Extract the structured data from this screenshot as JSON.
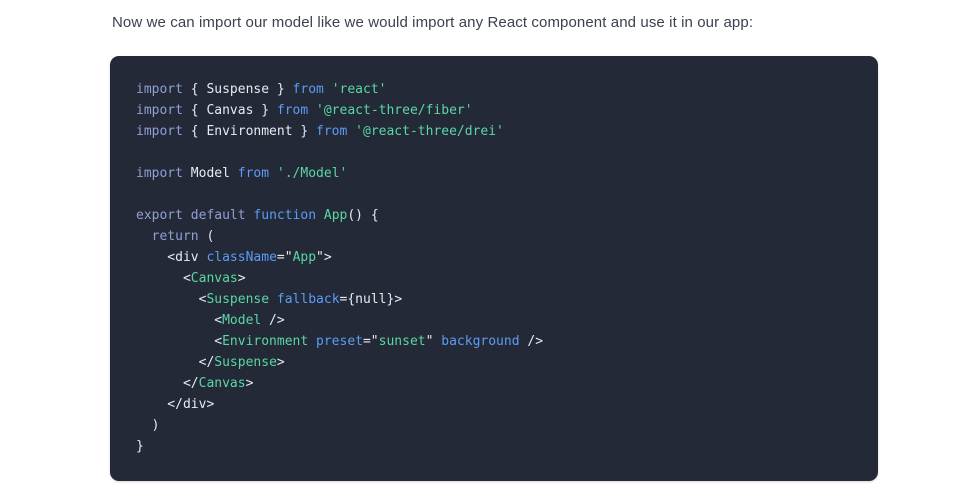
{
  "page": {
    "background": "#ffffff",
    "paragraph": "Now we can import our model like we would import any React component and use it in our app:",
    "paragraph_color": "#3a4150"
  },
  "code_block": {
    "language": "jsx",
    "background": "#232936",
    "colors": {
      "keyword": "#8fa0d4",
      "function_keyword": "#5c9cf5",
      "string": "#5bd6a5",
      "plain": "#e6ebf4"
    },
    "lines": [
      [
        [
          "k",
          "import"
        ],
        [
          "p",
          " { Suspense } "
        ],
        [
          "f",
          "from"
        ],
        [
          "p",
          " "
        ],
        [
          "s",
          "'react'"
        ]
      ],
      [
        [
          "k",
          "import"
        ],
        [
          "p",
          " { Canvas } "
        ],
        [
          "f",
          "from"
        ],
        [
          "p",
          " "
        ],
        [
          "s",
          "'@react-three/fiber'"
        ]
      ],
      [
        [
          "k",
          "import"
        ],
        [
          "p",
          " { Environment } "
        ],
        [
          "f",
          "from"
        ],
        [
          "p",
          " "
        ],
        [
          "s",
          "'@react-three/drei'"
        ]
      ],
      [],
      [
        [
          "k",
          "import"
        ],
        [
          "p",
          " Model "
        ],
        [
          "f",
          "from"
        ],
        [
          "p",
          " "
        ],
        [
          "s",
          "'./Model'"
        ]
      ],
      [],
      [
        [
          "k",
          "export"
        ],
        [
          "p",
          " "
        ],
        [
          "k",
          "default"
        ],
        [
          "p",
          " "
        ],
        [
          "f",
          "function"
        ],
        [
          "p",
          " "
        ],
        [
          "s",
          "App"
        ],
        [
          "p",
          "() {"
        ]
      ],
      [
        [
          "p",
          "  "
        ],
        [
          "k",
          "return"
        ],
        [
          "p",
          " ("
        ]
      ],
      [
        [
          "p",
          "    <div "
        ],
        [
          "f",
          "className"
        ],
        [
          "p",
          "=\""
        ],
        [
          "s",
          "App"
        ],
        [
          "p",
          "\">"
        ]
      ],
      [
        [
          "p",
          "      <"
        ],
        [
          "s",
          "Canvas"
        ],
        [
          "p",
          ">"
        ]
      ],
      [
        [
          "p",
          "        <"
        ],
        [
          "s",
          "Suspense"
        ],
        [
          "p",
          " "
        ],
        [
          "f",
          "fallback"
        ],
        [
          "p",
          "={null}>"
        ]
      ],
      [
        [
          "p",
          "          <"
        ],
        [
          "s",
          "Model"
        ],
        [
          "p",
          " />"
        ]
      ],
      [
        [
          "p",
          "          <"
        ],
        [
          "s",
          "Environment"
        ],
        [
          "p",
          " "
        ],
        [
          "f",
          "preset"
        ],
        [
          "p",
          "=\""
        ],
        [
          "s",
          "sunset"
        ],
        [
          "p",
          "\" "
        ],
        [
          "f",
          "background"
        ],
        [
          "p",
          " />"
        ]
      ],
      [
        [
          "p",
          "        </"
        ],
        [
          "s",
          "Suspense"
        ],
        [
          "p",
          ">"
        ]
      ],
      [
        [
          "p",
          "      </"
        ],
        [
          "s",
          "Canvas"
        ],
        [
          "p",
          ">"
        ]
      ],
      [
        [
          "p",
          "    </div>"
        ]
      ],
      [
        [
          "p",
          "  )"
        ]
      ],
      [
        [
          "p",
          "}"
        ]
      ]
    ]
  }
}
